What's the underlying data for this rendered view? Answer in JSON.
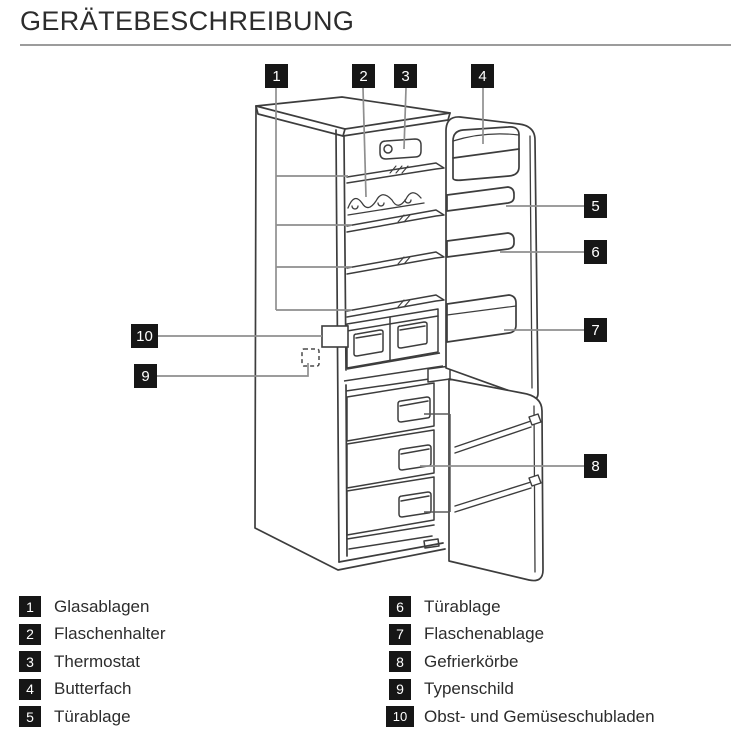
{
  "header": {
    "title": "GERÄTEBESCHREIBUNG"
  },
  "diagram": {
    "description": "Strichzeichnung Kühl-Gefrier-Kombination mit geöffneten Türen",
    "callouts": [
      "1",
      "2",
      "3",
      "4",
      "5",
      "6",
      "7",
      "8",
      "9",
      "10"
    ]
  },
  "legend": {
    "columns": [
      {
        "items": [
          {
            "num": "1",
            "label": "Glasablagen"
          },
          {
            "num": "2",
            "label": "Flaschenhalter"
          },
          {
            "num": "3",
            "label": "Thermostat"
          },
          {
            "num": "4",
            "label": "Butterfach"
          },
          {
            "num": "5",
            "label": "Türablage"
          }
        ]
      },
      {
        "items": [
          {
            "num": "6",
            "label": "Türablage"
          },
          {
            "num": "7",
            "label": "Flaschenablage"
          },
          {
            "num": "8",
            "label": "Gefrierkörbe"
          },
          {
            "num": "9",
            "label": "Typenschild"
          },
          {
            "num": "10",
            "label": "Obst- und Gemüseschubladen"
          }
        ]
      }
    ]
  },
  "colors": {
    "callout_bg": "#161616",
    "callout_text": "#ffffff",
    "line_art": "#3d3d3d",
    "leader_line": "#8f8f8f",
    "title_rule": "#9c9c9c",
    "text": "#2c2c2c"
  }
}
